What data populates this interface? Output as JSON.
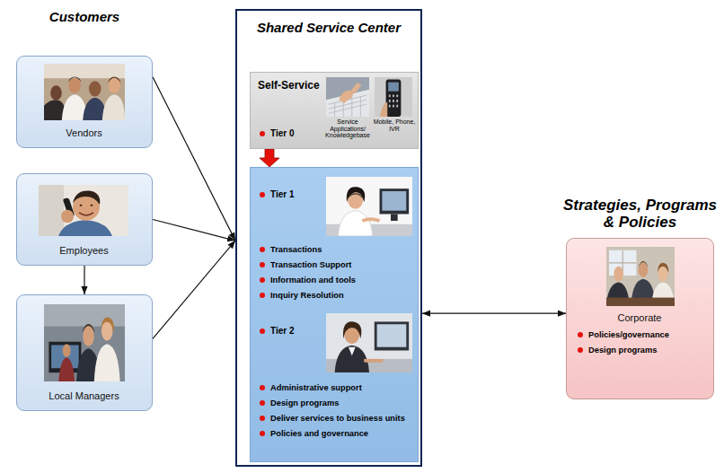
{
  "diagram": {
    "nodes": [
      {
        "text": [
          "Vendors"
        ]
      },
      {
        "text": [
          "Employees"
        ]
      },
      {
        "text": [
          "Local Managers"
        ]
      },
      {
        "text": [
          "Shared Service Center"
        ]
      },
      {
        "text": [
          "Self-Service",
          "Service Applications/ Knowledgebase",
          "Mobile, Phone, IVR",
          "Tier 0"
        ],
        "in": 3
      },
      {
        "text": [
          "Tier 1",
          "Transactions",
          "Transaction Support",
          "Information and tools",
          "Inquiry Resolution",
          "Tier 2",
          "Administrative support",
          "Design programs",
          "Deliver services to business units",
          "Policies and governance"
        ],
        "in": 3
      },
      {
        "text": [
          "Strategies, Programs & Policies",
          "Corporate",
          "Policies/governance",
          "Design programs"
        ]
      }
    ],
    "edges": [
      {
        "from": 1,
        "to": 2,
        "arrow": "to"
      },
      {
        "from": 0,
        "to": 3,
        "arrow": "to"
      },
      {
        "from": 1,
        "to": 3,
        "arrow": "to"
      },
      {
        "from": 2,
        "to": 3,
        "arrow": "to"
      },
      {
        "from": 4,
        "to": 5,
        "arrow": "to"
      },
      {
        "from": 3,
        "to": 6,
        "arrow": "both"
      }
    ],
    "labels": [
      "Customers"
    ]
  }
}
